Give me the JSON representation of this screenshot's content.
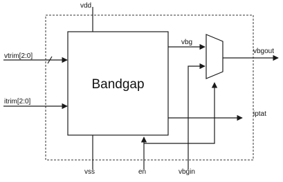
{
  "block": {
    "title": "Bandgap"
  },
  "pins": {
    "vdd": "vdd",
    "vss": "vss",
    "en": "en",
    "vbgin": "vbgin",
    "vtrim": "vtrim[2:0]",
    "itrim": "itrim[2:0]",
    "vbg": "vbg",
    "vbgout": "vbgout",
    "iptat": "iptat"
  }
}
